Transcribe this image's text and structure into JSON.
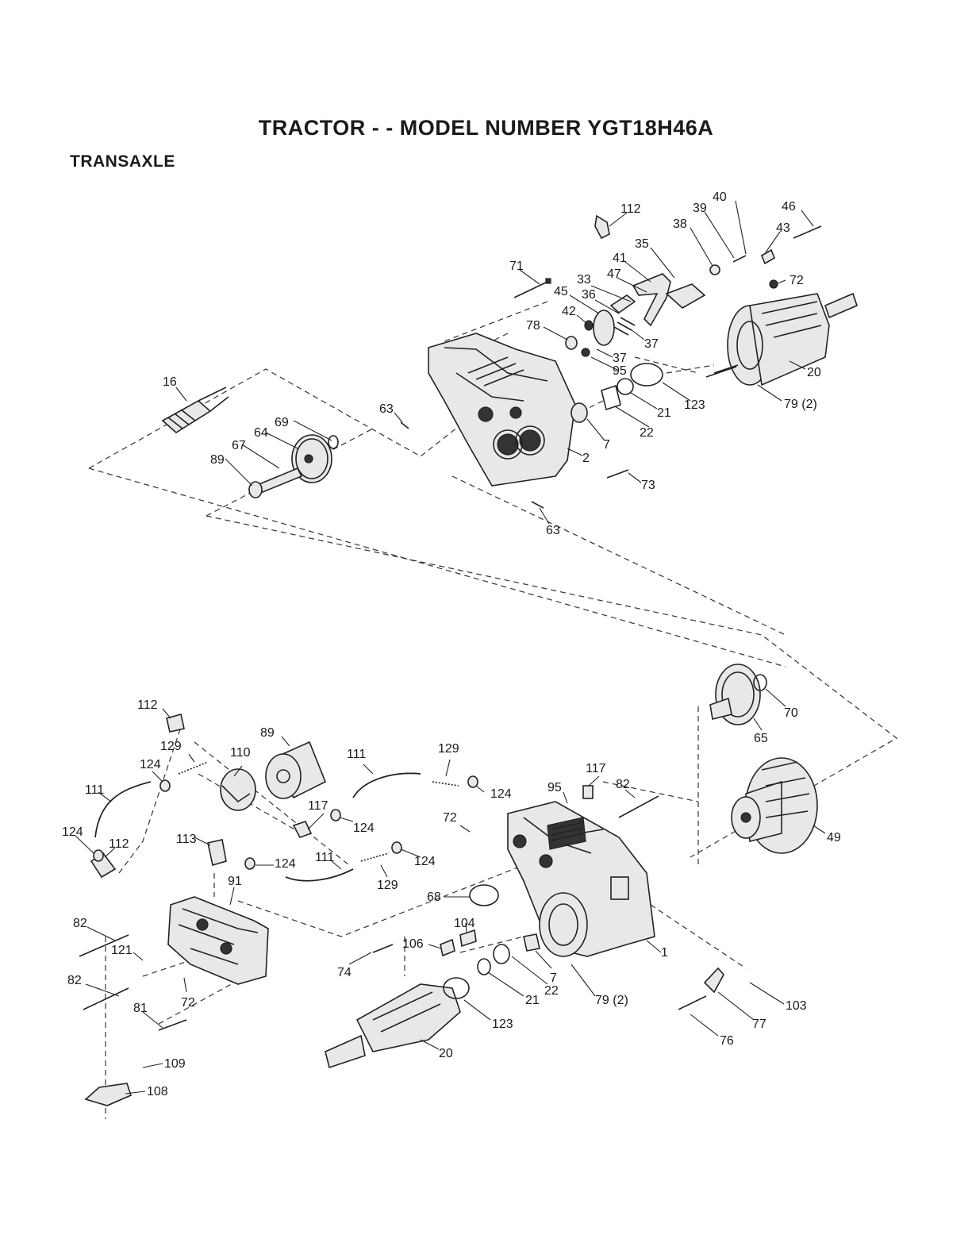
{
  "title": "TRACTOR - - MODEL NUMBER YGT18H46A",
  "section": "TRANSAXLE",
  "callouts": {
    "c112a": "112",
    "c40": "40",
    "c39": "39",
    "c46": "46",
    "c38": "38",
    "c43": "43",
    "c35": "35",
    "c41": "41",
    "c71": "71",
    "c33": "33",
    "c47": "47",
    "c72a": "72",
    "c45": "45",
    "c36": "36",
    "c42": "42",
    "c78": "78",
    "c37a": "37",
    "c37b": "37",
    "c95a": "95",
    "c20a": "20",
    "c16": "16",
    "c123a": "123",
    "c79a": "79 (2)",
    "c21a": "21",
    "c63a": "63",
    "c22a": "22",
    "c69a": "69",
    "c64": "64",
    "c67": "67",
    "c89a": "89",
    "c7a": "7",
    "c2": "2",
    "c73": "73",
    "c63b": "63",
    "c70": "70",
    "c65": "65",
    "c112b": "112",
    "c89b": "89",
    "c129a": "129",
    "c110": "110",
    "c111a": "111",
    "c129b": "129",
    "c124a": "124",
    "c117a": "117",
    "c95b": "95",
    "c82a": "82",
    "c111b": "111",
    "c124b": "124",
    "c117b": "117",
    "c124c": "124",
    "c72b": "72",
    "c124d": "124",
    "c112c": "112",
    "c113": "113",
    "c124e": "124",
    "c111c": "111",
    "c124f": "124",
    "c49": "49",
    "c91": "91",
    "c129c": "129",
    "c68": "68",
    "c104": "104",
    "c82b": "82",
    "c121": "121",
    "c106": "106",
    "c74": "74",
    "c1": "1",
    "c22b": "22",
    "c7b": "7",
    "c21b": "21",
    "c82c": "82",
    "c72c": "72",
    "c79b": "79 (2)",
    "c103": "103",
    "c123b": "123",
    "c81": "81",
    "c77": "77",
    "c20b": "20",
    "c76": "76",
    "c109": "109",
    "c108": "108"
  }
}
